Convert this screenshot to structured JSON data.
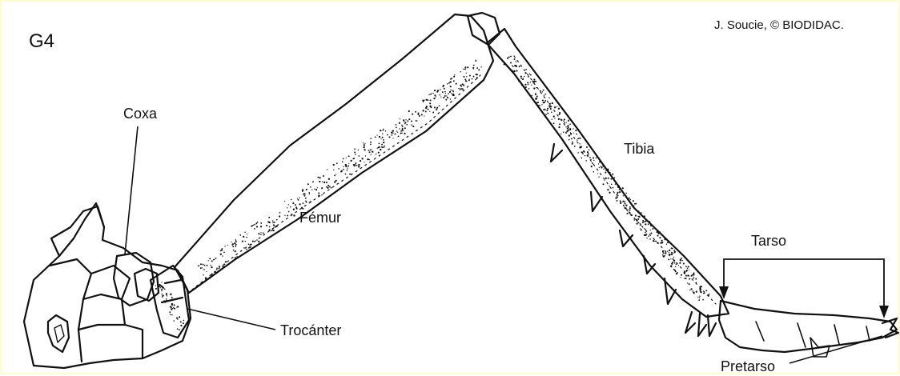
{
  "figure": {
    "panel_id": "G4",
    "credit": "J. Soucie, © BIODIDAC."
  },
  "labels": {
    "coxa": "Coxa",
    "femur": "Fémur",
    "tibia": "Tibia",
    "tarso": "Tarso",
    "trocanter": "Trocánter",
    "pretarso": "Pretarso"
  },
  "colors": {
    "frame_border": "#fffccc",
    "ink": "#111111",
    "background": "#ffffff"
  }
}
